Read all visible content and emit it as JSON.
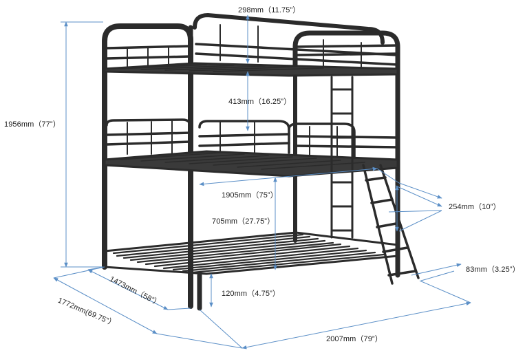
{
  "dimensions": {
    "top_rail_height": "298mm（11.75”）",
    "tier_spacing": "413mm（16.25”）",
    "total_height": "1956mm（77”）",
    "inner_length": "1905mm（75”）",
    "ladder_step": "254mm（10”）",
    "middle_clearance": "705mm（27.75”）",
    "ladder_rung": "83mm（3.25”）",
    "inner_width": "1473mm（58”）",
    "bottom_clearance": "120mm（4.75”）",
    "total_width": "1772mm(69.75”）",
    "total_length": "2007mm（79”）"
  },
  "colors": {
    "frame": "#2b2b2b",
    "dimension_line": "#5b8fc7",
    "text": "#1c1c1c"
  }
}
